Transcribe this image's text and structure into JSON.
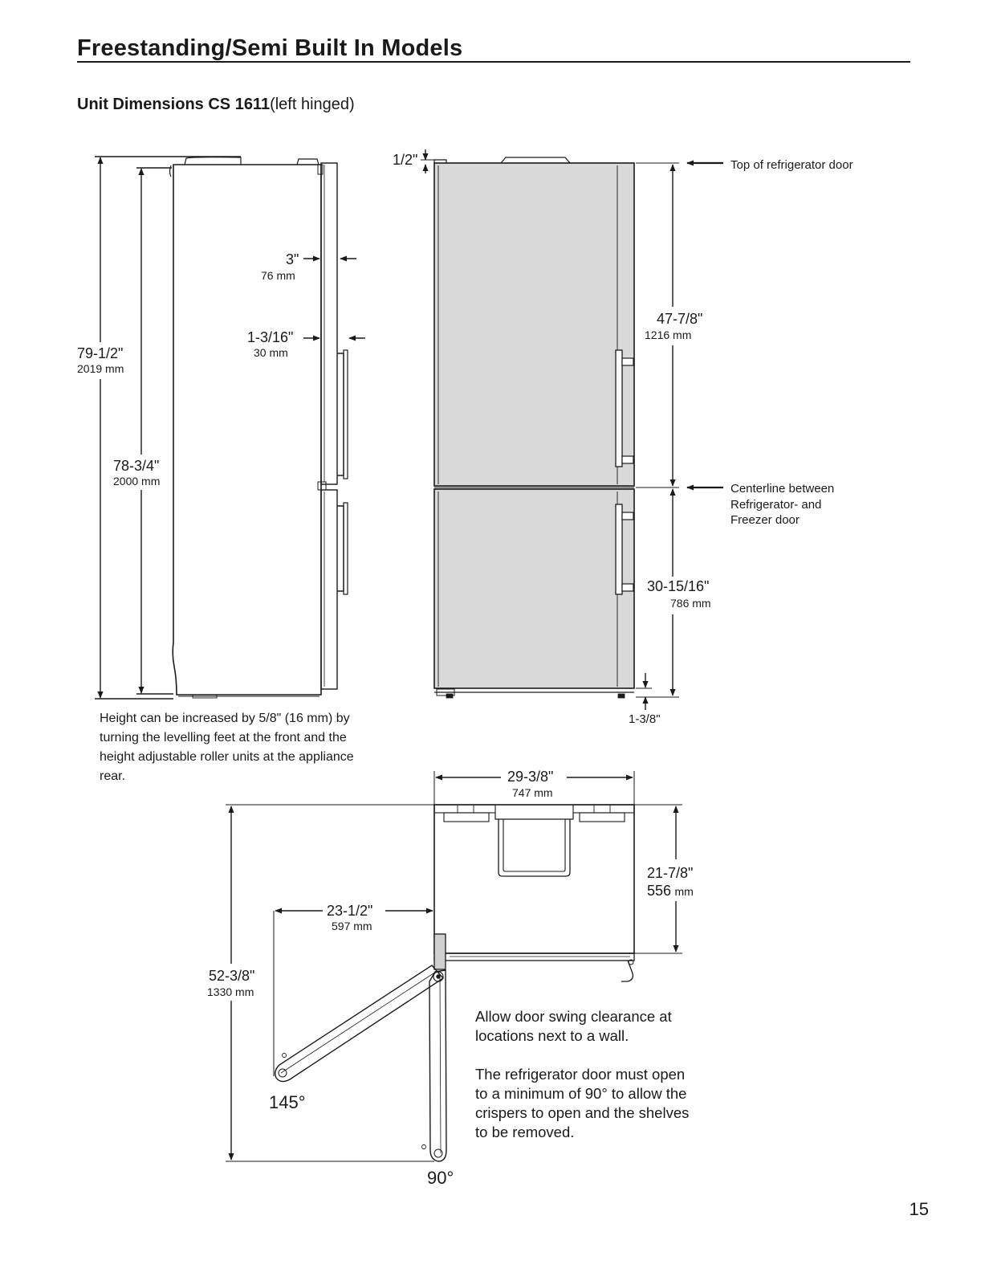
{
  "header": {
    "title": "Freestanding/Semi Built In Models",
    "subtitle_bold": "Unit Dimensions CS 1611",
    "subtitle_normal": "(left hinged)"
  },
  "side_view": {
    "total_height_in": "79-1/2\"",
    "total_height_mm": "2019 mm",
    "body_height_in": "78-3/4\"",
    "body_height_mm": "2000 mm",
    "handle_depth_in": "3\"",
    "handle_depth_mm": "76 mm",
    "door_thickness_in": "1-3/16\"",
    "door_thickness_mm": "30 mm",
    "height_note": "Height can be increased by 5/8\" (16 mm) by turning the levelling feet at the front and the height adjustable roller units at the appliance rear."
  },
  "front_view": {
    "top_offset_in": "1/2\"",
    "top_label": "Top of refrigerator door",
    "fridge_door_in": "47-7/8\"",
    "fridge_door_mm": "1216 mm",
    "centerline_label": "Centerline between Refrigerator- and Freezer door",
    "freezer_door_in": "30-15/16\"",
    "freezer_door_mm": "786 mm",
    "foot_height_in": "1-3/8\""
  },
  "top_view": {
    "width_in": "29-3/8\"",
    "width_mm": "747 mm",
    "depth_in": "21-7/8\"",
    "depth_mm": "556",
    "depth_mm_unit": "mm",
    "door_open_width_in": "23-1/2\"",
    "door_open_width_mm": "597 mm",
    "swing_depth_in": "52-3/8\"",
    "swing_depth_mm": "1330 mm",
    "angle_max": "145°",
    "angle_min": "90°",
    "note_wall": "Allow door swing clearance at locations next to a wall.",
    "note_open": "The refrigerator door must open to a minimum of 90° to allow the crispers to open and the shelves to be removed."
  },
  "footer": {
    "page_number": "15"
  }
}
